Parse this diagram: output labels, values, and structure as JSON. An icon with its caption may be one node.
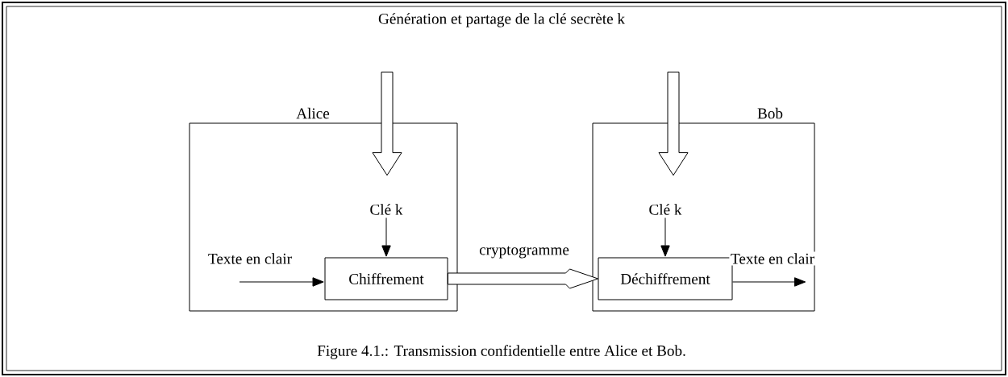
{
  "diagram": {
    "caption": "Figure 4.1.: Transmission confidentielle entre Alice et Bob.",
    "nodes": [
      {
        "text": [
          "Génération et partage de la clé secrète k"
        ]
      },
      {
        "text": [
          "Alice"
        ]
      },
      {
        "text": [
          "Clé k"
        ],
        "in": 1
      },
      {
        "text": [
          "Chiffrement"
        ],
        "in": 1
      },
      {
        "text": [
          "Bob"
        ]
      },
      {
        "text": [
          "Clé k"
        ],
        "in": 4
      },
      {
        "text": [
          "Déchiffrement"
        ],
        "in": 4
      }
    ],
    "edges": [
      {
        "from": 0,
        "to": 2,
        "arrow": "to",
        "style": "thick"
      },
      {
        "from": 0,
        "to": 5,
        "arrow": "to",
        "style": "thick"
      },
      {
        "from": 2,
        "to": 3,
        "arrow": "to"
      },
      {
        "from": null,
        "to": 3,
        "arrow": "to",
        "label": "Texte en clair"
      },
      {
        "from": 3,
        "to": 6,
        "arrow": "to",
        "style": "thick",
        "label": "cryptogramme"
      },
      {
        "from": 5,
        "to": 6,
        "arrow": "to"
      },
      {
        "from": 6,
        "to": null,
        "arrow": "to",
        "label": "Texte en clair"
      }
    ]
  }
}
